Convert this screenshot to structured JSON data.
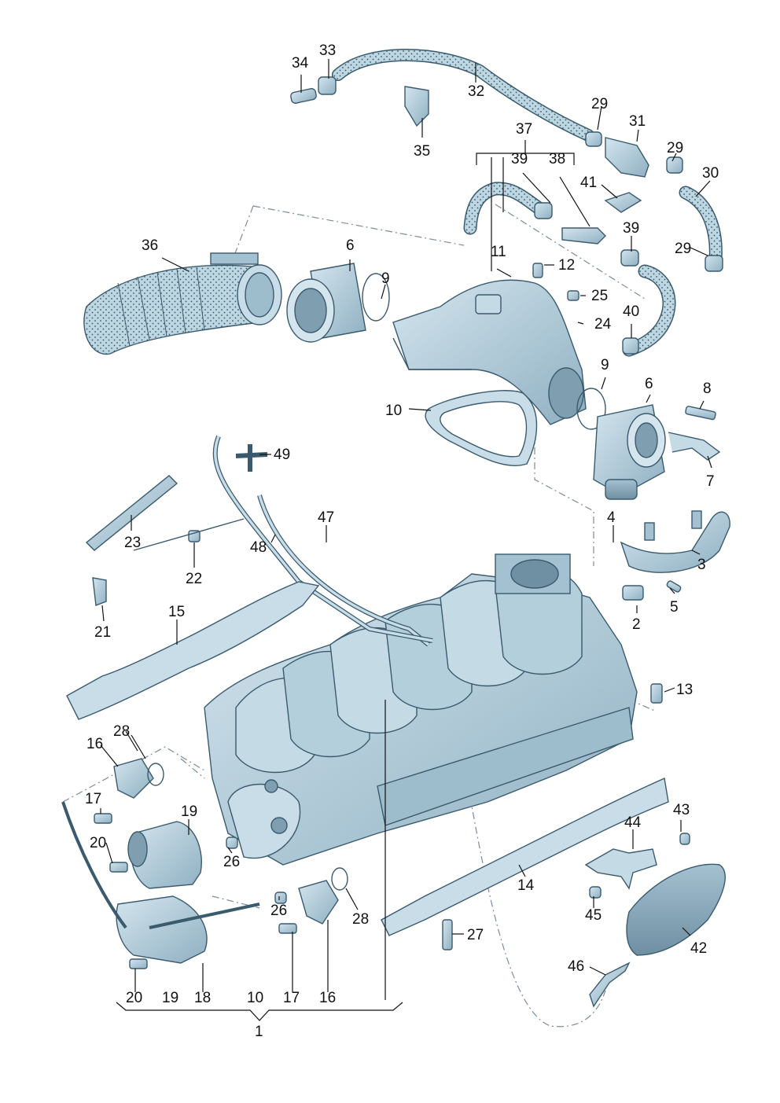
{
  "diagram": {
    "labels": [
      "1",
      "2",
      "3",
      "4",
      "5",
      "6",
      "7",
      "8",
      "9",
      "10",
      "11",
      "12",
      "13",
      "14",
      "15",
      "16",
      "17",
      "18",
      "19",
      "20",
      "21",
      "22",
      "23",
      "24",
      "25",
      "26",
      "27",
      "28",
      "29",
      "30",
      "31",
      "32",
      "33",
      "34",
      "35",
      "36",
      "37",
      "38",
      "39",
      "40",
      "41",
      "42",
      "43",
      "44",
      "45",
      "46",
      "47",
      "48",
      "49"
    ],
    "colors": {
      "part_fill": "#b9d4e1",
      "part_shadow": "#8fb0c2",
      "part_stroke": "#3a5a6e",
      "leader": "#111111"
    }
  }
}
